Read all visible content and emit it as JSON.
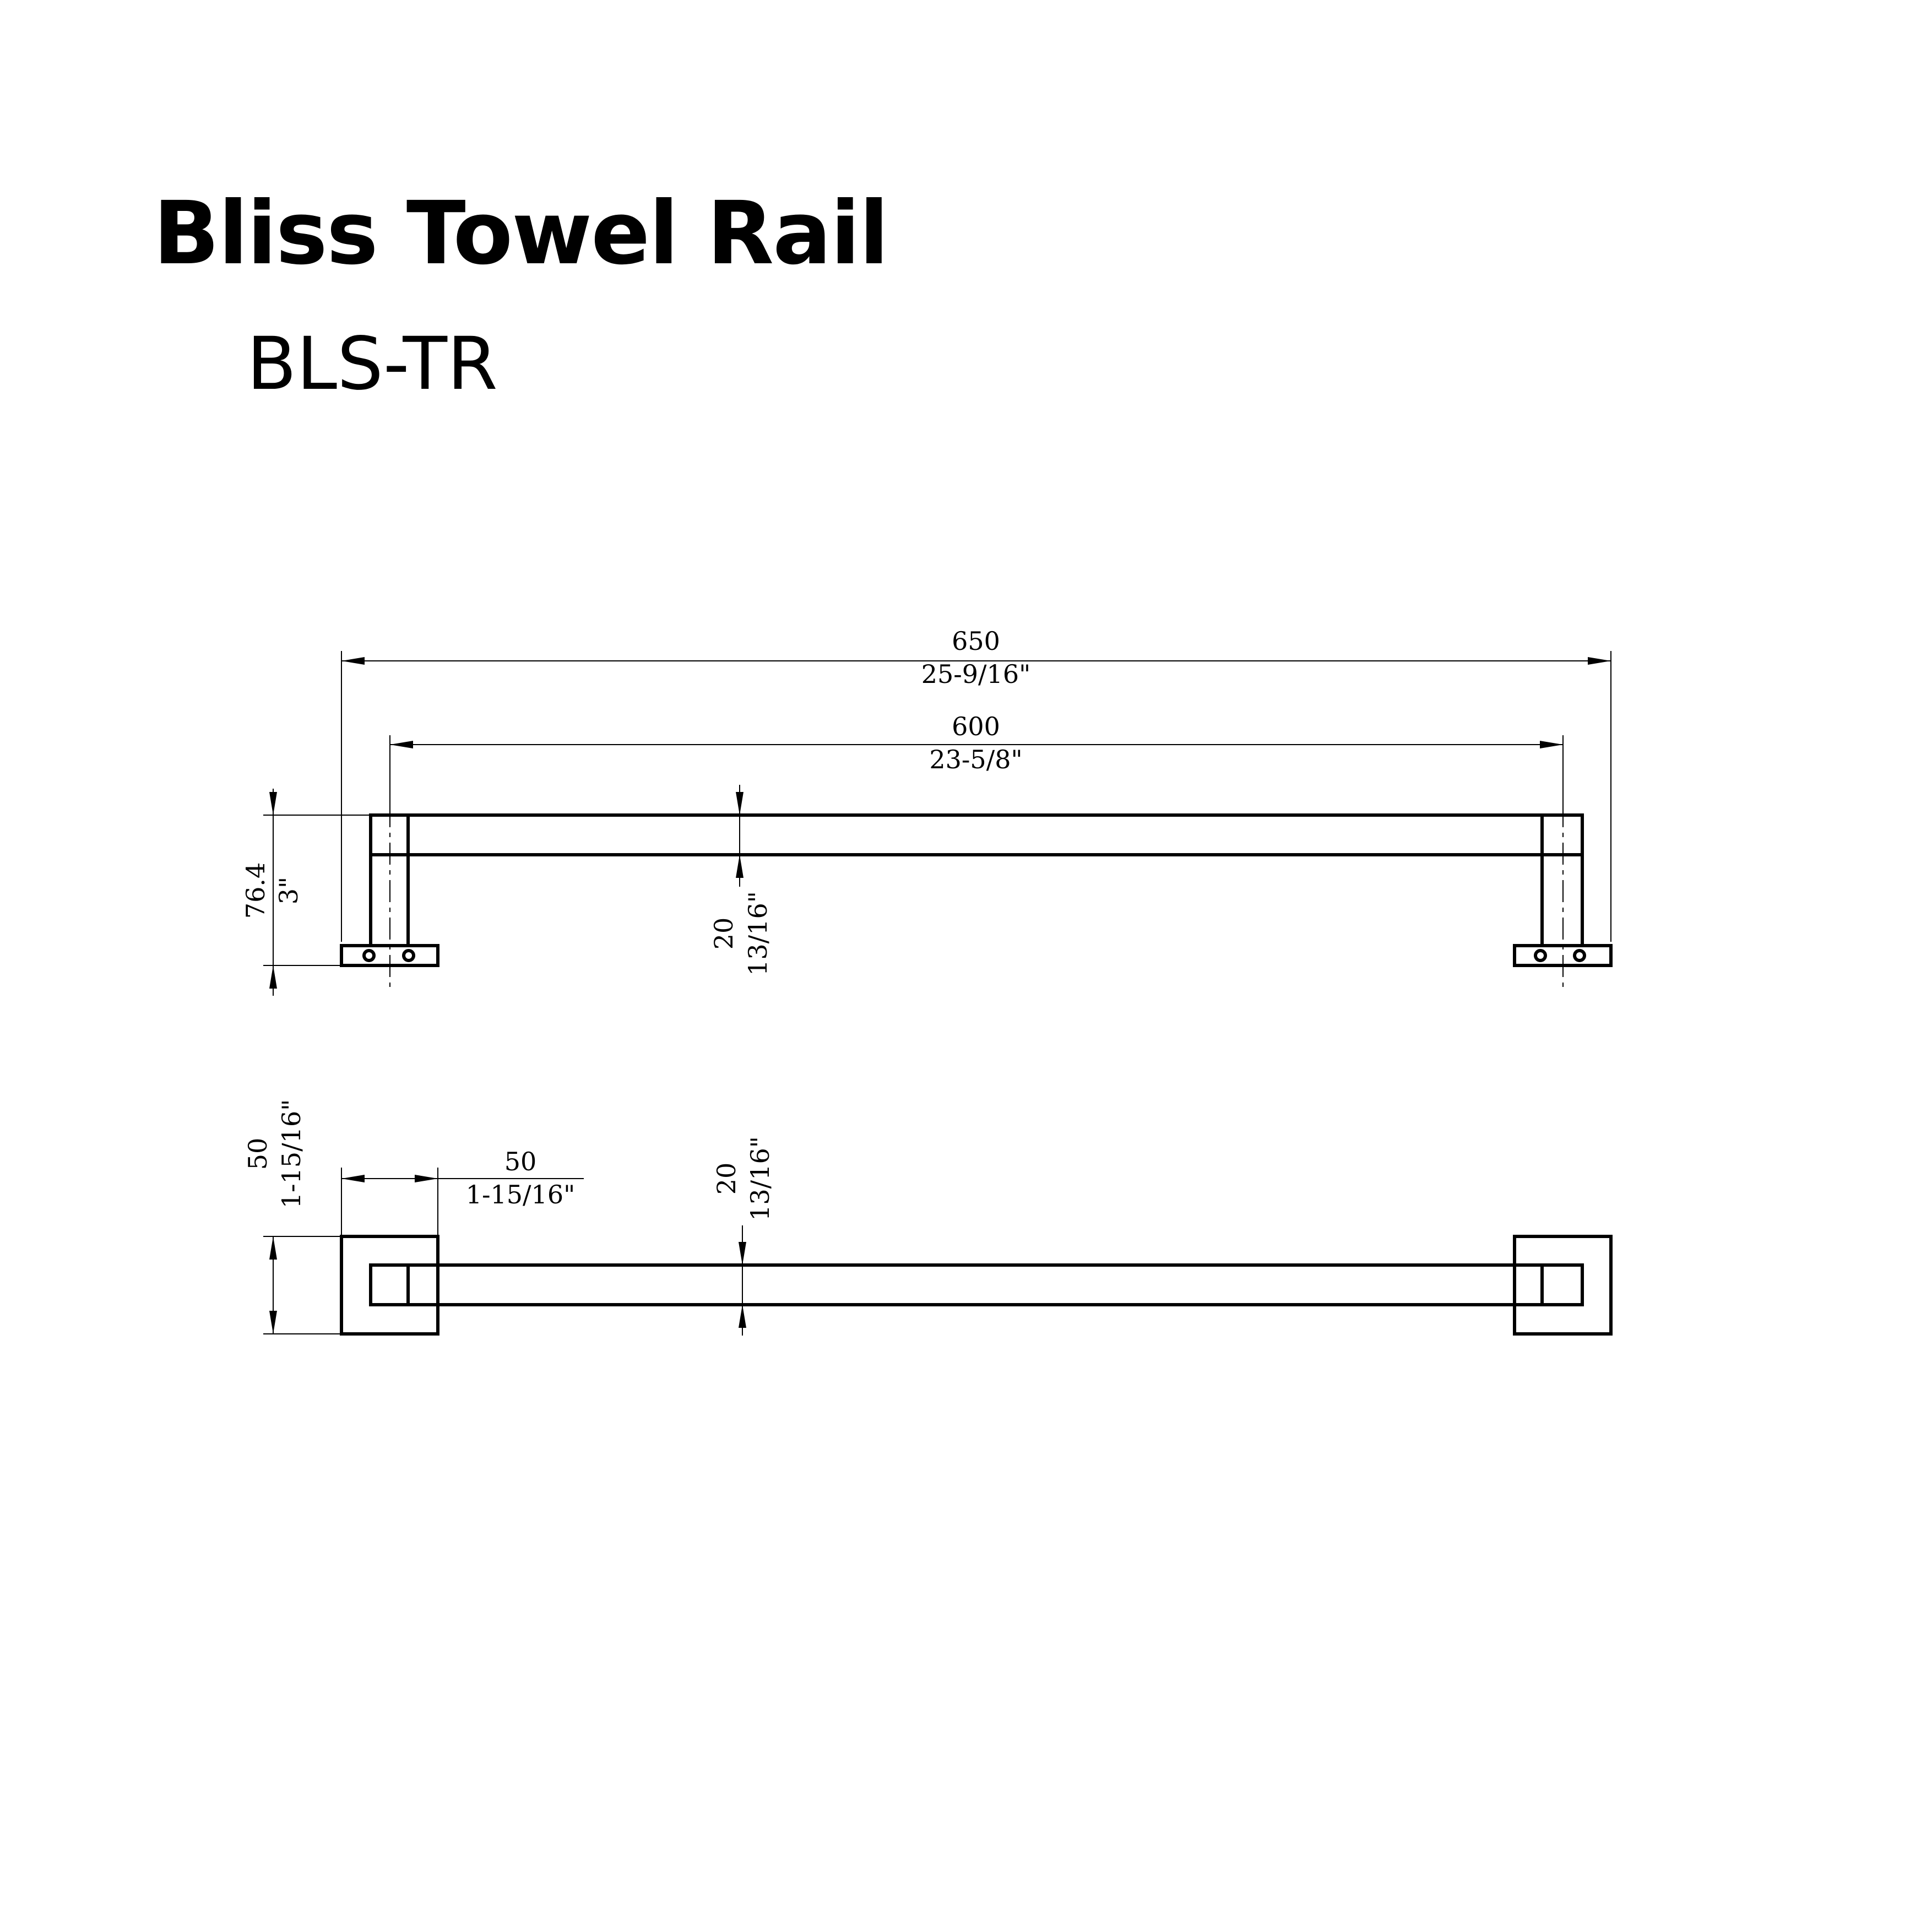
{
  "header": {
    "title": "Bliss Towel Rail",
    "model_code": "BLS-TR"
  },
  "front_view": {
    "overall_width_mm": "650",
    "overall_width_in": "25-9/16\"",
    "centers_mm": "600",
    "centers_in": "23-5/8\"",
    "projection_mm": "76.4",
    "projection_in": "3\"",
    "bar_size_mm": "20",
    "bar_size_in": "13/16\""
  },
  "top_view": {
    "bracket_height_mm": "50",
    "bracket_height_in": "1-15/16\"",
    "bracket_width_mm": "50",
    "bracket_width_in": "1-15/16\"",
    "bar_size_mm": "20",
    "bar_size_in": "13/16\""
  },
  "colors": {
    "line": "#000000",
    "background": "#ffffff"
  }
}
